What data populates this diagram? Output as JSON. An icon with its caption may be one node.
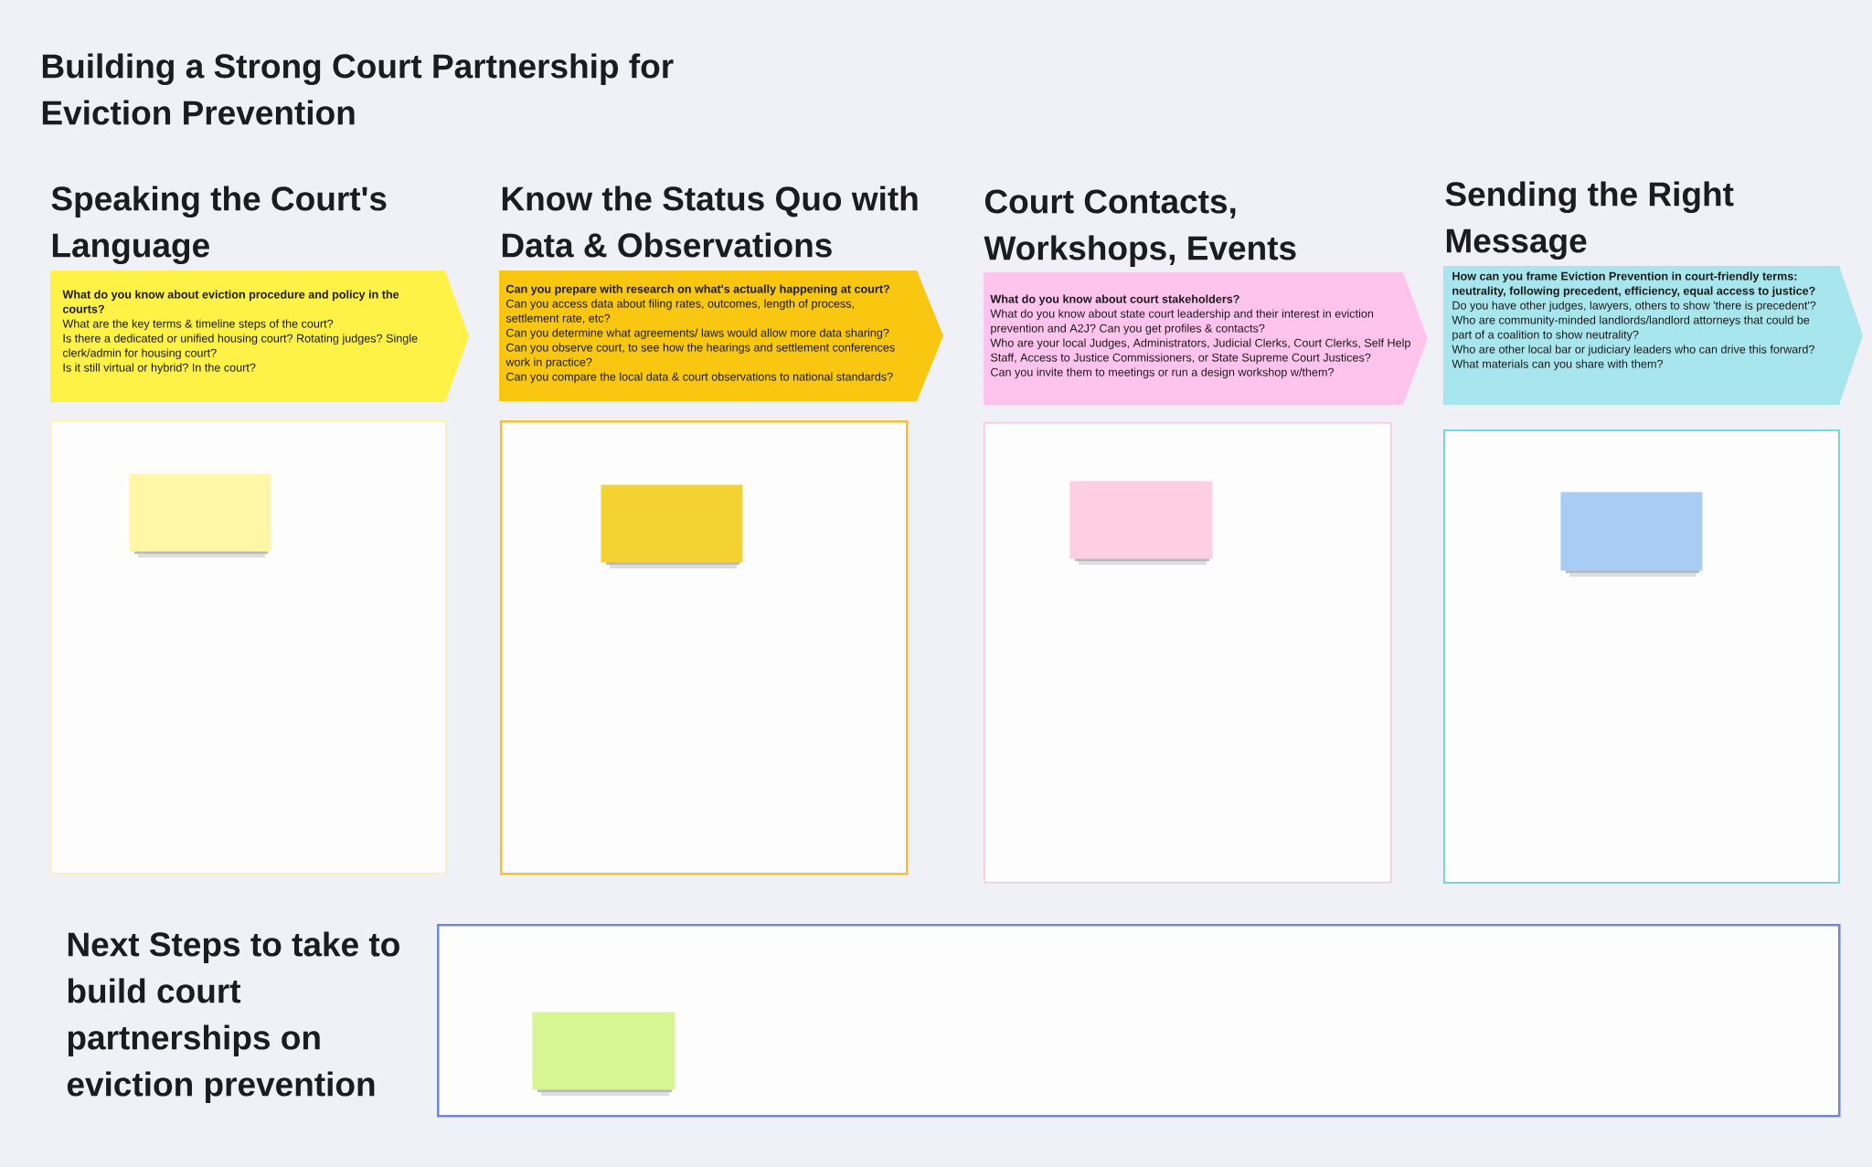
{
  "diagram": {
    "title": "Building a Strong Court Partnership for Eviction Prevention",
    "nodes": [
      {
        "text": [
          "Speaking the Court's Language",
          "What do you know about eviction procedure and policy in the courts?",
          "What are the key terms & timeline steps of the court?",
          "Is there a dedicated or unified housing court? Rotating judges? Single clerk/admin for housing court?",
          "Is it still virtual or hybrid? In the court?"
        ]
      },
      {
        "text": [],
        "shape": "box"
      },
      {
        "text": [],
        "shape": "box",
        "in": 1
      },
      {
        "text": [
          "Know the Status Quo with Data & Observations",
          "Can you prepare with research on what's actually happening at court?",
          "Can you access data about filing rates, outcomes, length of process, settlement rate, etc?",
          "Can you determine what agreements/ laws would allow more data sharing?",
          "Can you observe court, to see how the hearings and settlement conferences work in practice?",
          "Can you compare the local data & court observations to national standards?"
        ]
      },
      {
        "text": [],
        "shape": "box"
      },
      {
        "text": [],
        "shape": "box",
        "in": 4
      },
      {
        "text": [
          "Court Contacts, Workshops, Events",
          "What do you know about court stakeholders?",
          "What do you know about state court leadership and their interest in eviction prevention and A2J? Can you get profiles & contacts?",
          "Who are your local Judges, Administrators, Judicial Clerks, Court Clerks, Self Help Staff, Access to Justice Commissioners, or State Supreme Court Justices?",
          "Can you invite them to meetings or run a design workshop w/them?"
        ]
      },
      {
        "text": [],
        "shape": "box"
      },
      {
        "text": [],
        "shape": "box",
        "in": 7
      },
      {
        "text": [
          "Sending the Right Message",
          "How can you frame Eviction Prevention in court-friendly terms: neutrality, following precedent, efficiency, equal access to justice?",
          "Do you have other judges, lawyers, others to show 'there is precedent'?",
          "Who are community-minded landlords/landlord attorneys that could be part of a coalition to show neutrality?",
          "Who are other local bar or judiciary leaders who can drive this forward?",
          "What materials can you share with them?"
        ]
      },
      {
        "text": [],
        "shape": "box"
      },
      {
        "text": [],
        "shape": "box",
        "in": 10
      },
      {
        "text": [
          "Next Steps to take to build court partnerships on eviction prevention"
        ]
      },
      {
        "text": [],
        "shape": "box",
        "in": 12
      }
    ]
  }
}
